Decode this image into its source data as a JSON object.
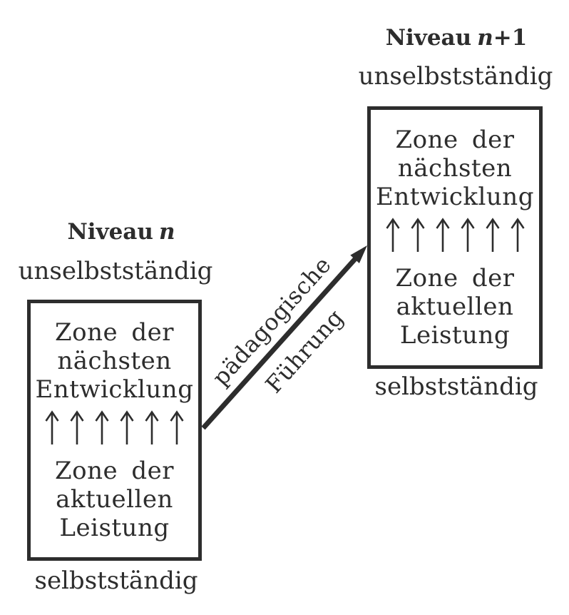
{
  "colors": {
    "ink": "#2d2d2d",
    "background": "#ffffff"
  },
  "levels": [
    {
      "id": "n",
      "title_prefix": "Niveau",
      "title_var": "n",
      "title_suffix": "",
      "top_label": "unselbstständig",
      "bottom_label": "selbstständig",
      "box": {
        "upper_zone_lines": [
          "Zone der",
          "nächsten",
          "Entwicklung"
        ],
        "arrows_glyph": "↑",
        "arrows_count": 6,
        "lower_zone_lines": [
          "Zone der",
          "aktuellen",
          "Leistung"
        ]
      }
    },
    {
      "id": "n+1",
      "title_prefix": "Niveau",
      "title_var": "n",
      "title_suffix": "+1",
      "top_label": "unselbstständig",
      "bottom_label": "selbstständig",
      "box": {
        "upper_zone_lines": [
          "Zone der",
          "nächsten",
          "Entwicklung"
        ],
        "arrows_glyph": "↑",
        "arrows_count": 6,
        "lower_zone_lines": [
          "Zone der",
          "aktuellen",
          "Leistung"
        ]
      }
    }
  ],
  "transition": {
    "label_line1": "pädagogische",
    "label_line2": "Führung"
  }
}
